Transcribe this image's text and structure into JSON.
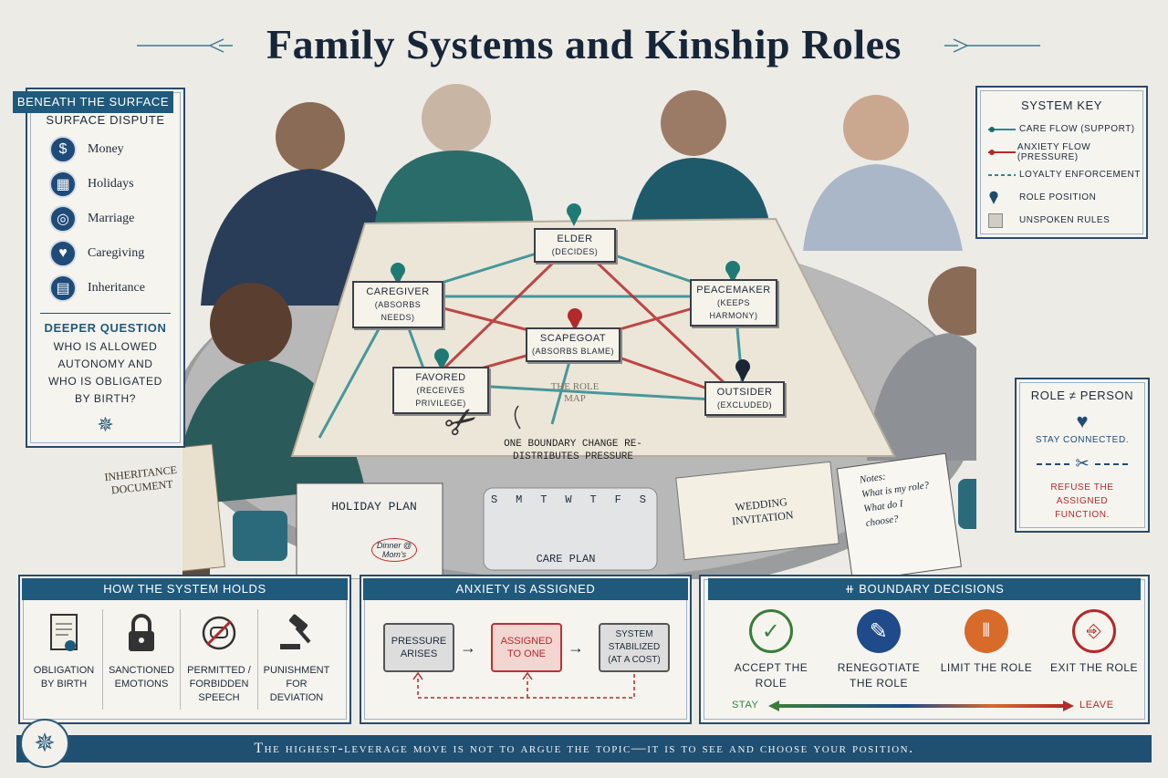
{
  "title": "Family Systems and Kinship Roles",
  "left_panel": {
    "banner": "Beneath the Surface",
    "heading": "Surface Dispute",
    "topics": [
      {
        "label": "Money",
        "icon": "dollar-icon",
        "glyph": "$"
      },
      {
        "label": "Holidays",
        "icon": "calendar-icon",
        "glyph": "▦"
      },
      {
        "label": "Marriage",
        "icon": "rings-icon",
        "glyph": "◎"
      },
      {
        "label": "Caregiving",
        "icon": "heart-hands-icon",
        "glyph": "♥"
      },
      {
        "label": "Inheritance",
        "icon": "document-icon",
        "glyph": "▤"
      }
    ],
    "deeper_heading": "Deeper Question",
    "deeper_text": "Who is allowed autonomy and who is obligated by birth?"
  },
  "key": {
    "heading": "System Key",
    "items": [
      {
        "label": "Care flow (support)",
        "icon": "teal-line-icon"
      },
      {
        "label": "Anxiety flow (pressure)",
        "icon": "red-line-icon"
      },
      {
        "label": "Loyalty enforcement",
        "icon": "dashed-line-icon"
      },
      {
        "label": "Role position",
        "icon": "pin-icon"
      },
      {
        "label": "Unspoken rules",
        "icon": "gray-square-icon"
      }
    ]
  },
  "role_panel": {
    "heading": "Role ≠ Person",
    "stay": "Stay connected.",
    "refuse": "Refuse the assigned function."
  },
  "map": {
    "roles": [
      {
        "name": "Elder",
        "desc": "(Decides)"
      },
      {
        "name": "Caregiver",
        "desc": "(Absorbs needs)"
      },
      {
        "name": "Peacemaker",
        "desc": "(Keeps harmony)"
      },
      {
        "name": "Scapegoat",
        "desc": "(Absorbs blame)"
      },
      {
        "name": "Favored",
        "desc": "(Receives privilege)"
      },
      {
        "name": "Outsider",
        "desc": "(Excluded)"
      }
    ],
    "map_label": "The Role Map",
    "annotation": "One boundary change re-distributes pressure"
  },
  "props": {
    "inheritance": "Inheritance Document",
    "holiday": "Holiday Plan",
    "holiday_note": "Dinner @ Mom's",
    "pill_days": [
      "S",
      "M",
      "T",
      "W",
      "T",
      "F",
      "S"
    ],
    "care_plan": "Care Plan",
    "wedding": "Wedding Invitation",
    "notes": [
      "Notes:",
      "What is my role?",
      "What do I",
      "choose?"
    ]
  },
  "holds": {
    "banner": "How the System Holds",
    "items": [
      {
        "label": "Obligation by birth",
        "icon": "scroll-icon"
      },
      {
        "label": "Sanctioned emotions",
        "icon": "lock-icon"
      },
      {
        "label": "Permitted / forbidden speech",
        "icon": "no-speech-icon"
      },
      {
        "label": "Punishment for deviation",
        "icon": "gavel-icon"
      }
    ]
  },
  "anxiety": {
    "banner": "Anxiety is Assigned",
    "steps": [
      "Pressure arises",
      "Assigned to one",
      "System stabilized (at a cost)"
    ]
  },
  "boundary": {
    "banner": "Boundary Decisions",
    "items": [
      {
        "label": "Accept the role",
        "icon": "check-icon",
        "color": "#3a7d3a"
      },
      {
        "label": "Renegotiate the role",
        "icon": "pencil-icon",
        "color": "#1f4b8a"
      },
      {
        "label": "Limit the role",
        "icon": "fence-icon",
        "color": "#d86a2a"
      },
      {
        "label": "Exit the role",
        "icon": "door-icon",
        "color": "#b32a2a"
      }
    ],
    "stay": "Stay",
    "leave": "Leave"
  },
  "footer": "The highest-leverage move is not to argue the topic—it is to see and choose your position.",
  "colors": {
    "navy": "#1f4f71",
    "teal": "#2a7f86",
    "red": "#b32a2a"
  }
}
